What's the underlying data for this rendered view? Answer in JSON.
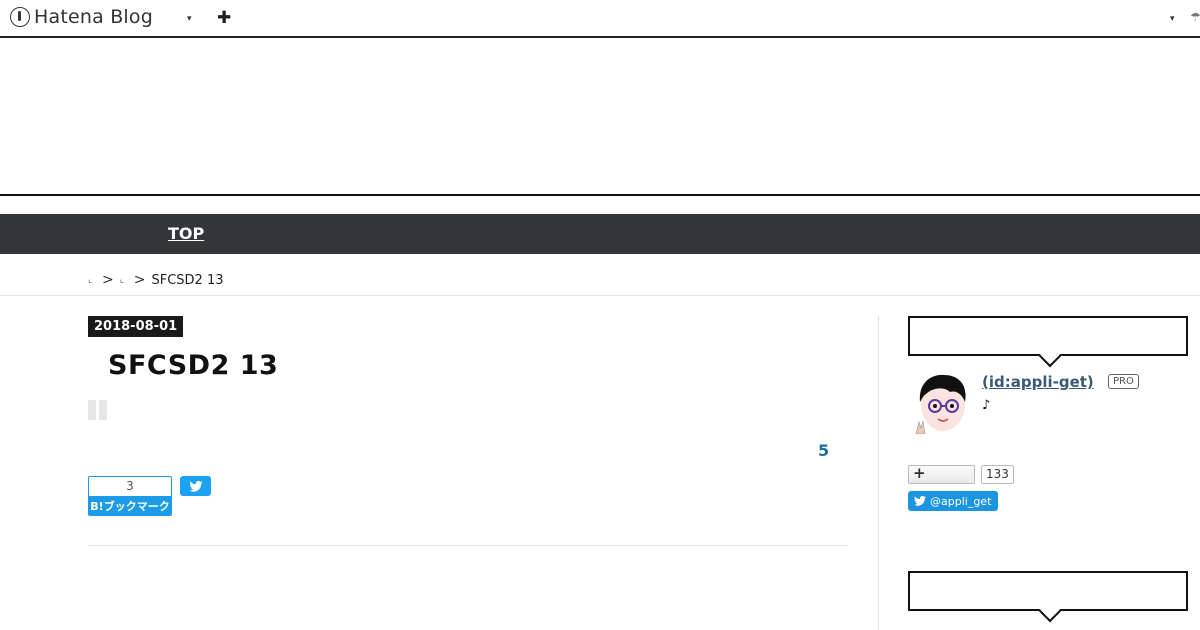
{
  "header": {
    "logo_text": "Hatena Blog",
    "caret_left": "▾",
    "plus": "✚",
    "caret_right": "▾",
    "right_icon": "☂"
  },
  "nav": {
    "top_label": "TOP"
  },
  "breadcrumb": {
    "link1": "⌞",
    "sep1": ">",
    "link2": "⌞",
    "sep2": ">",
    "current": "SFCSD2  13"
  },
  "article": {
    "date": "2018-08-01",
    "title": "SFCSD2  13",
    "star_count": "5",
    "hatena_bookmark": {
      "count": "3",
      "label": "B!ブックマーク"
    }
  },
  "sidebar": {
    "profile": {
      "id_label": " (id:appli-get)",
      "pro_badge": "PRO",
      "description": "♪"
    },
    "follow": {
      "count": "133"
    },
    "twitter_follow": {
      "handle": "@appli_get"
    }
  },
  "colors": {
    "nav_bg": "#333739",
    "link": "#1b6fa3",
    "twitter": "#1da1f2",
    "hatena_bookmark": "#1c9be6"
  }
}
